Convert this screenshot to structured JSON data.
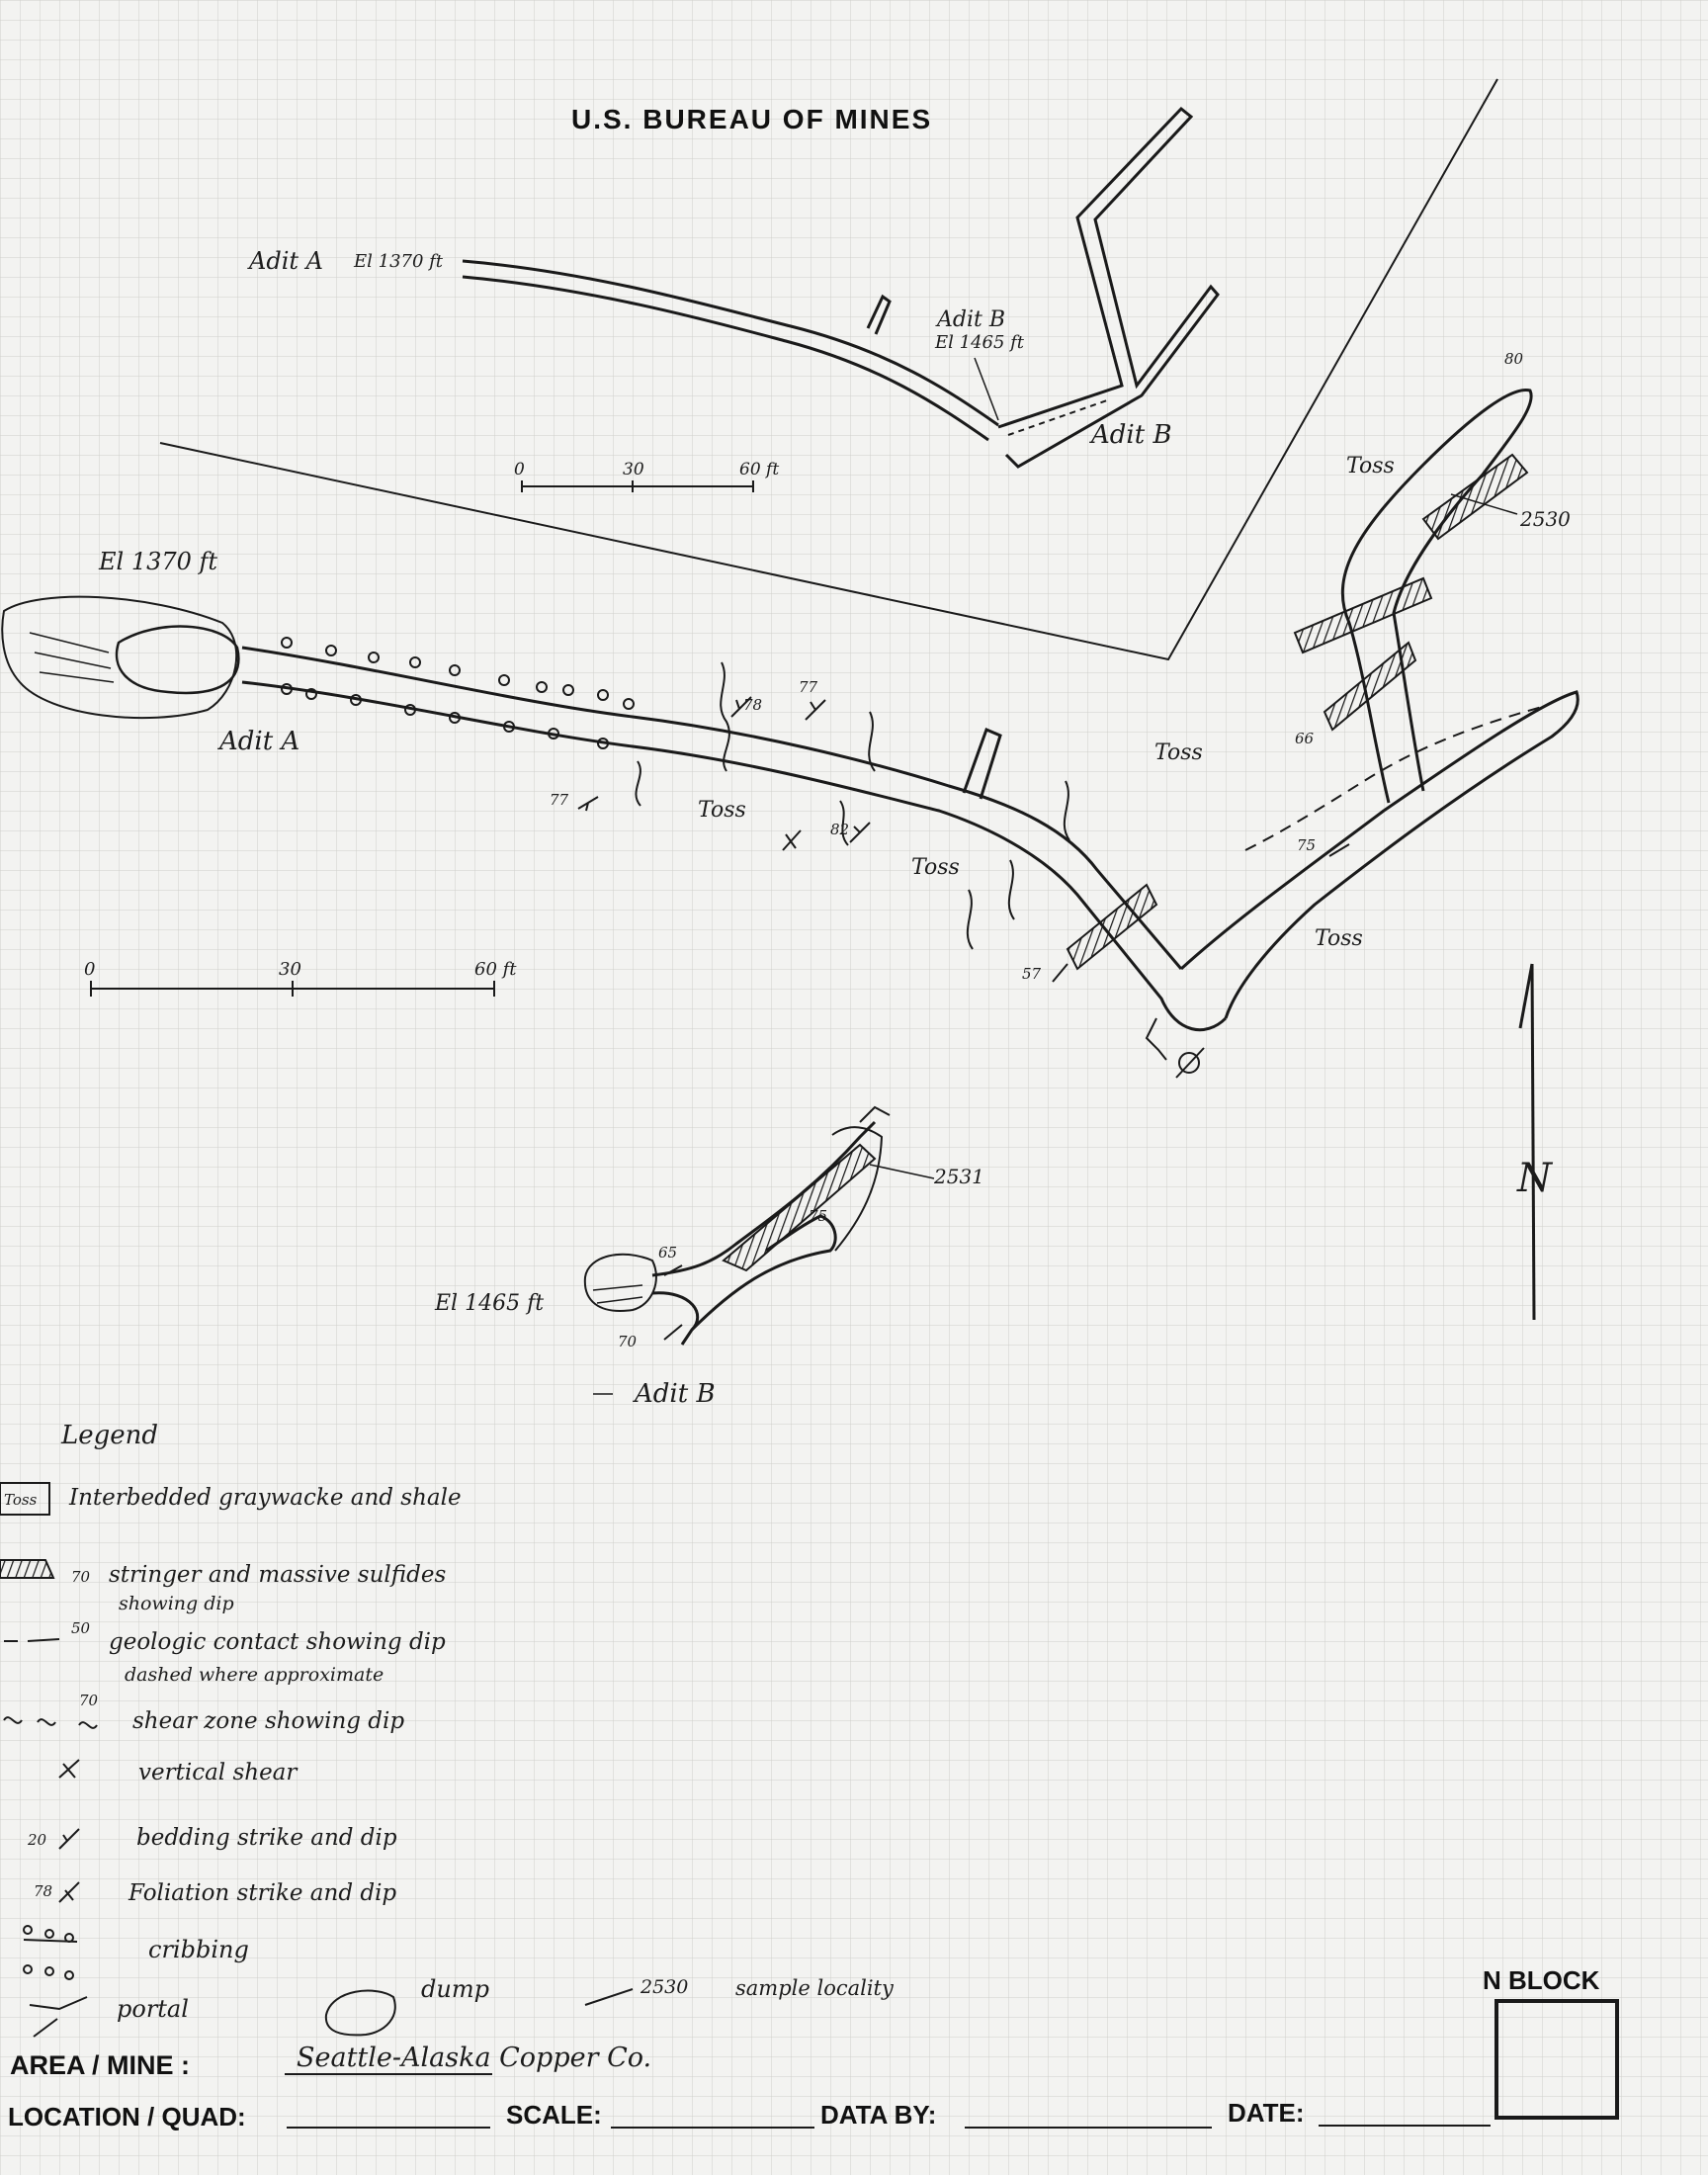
{
  "header": {
    "title": "U.S. BUREAU OF MINES"
  },
  "upper_map": {
    "adit_a_label": "Adit A",
    "adit_a_elev": "El 1370 ft",
    "adit_b_label": "Adit B",
    "adit_b_elev": "El 1465 ft",
    "adit_b_label_2": "Adit B",
    "scale_ticks": [
      "0",
      "30",
      "60 ft"
    ]
  },
  "adit_a_map": {
    "elev": "El 1370 ft",
    "label": "Adit A",
    "unit_labels": [
      "Toss",
      "Toss",
      "Toss",
      "Toss",
      "Toss"
    ],
    "dips": [
      "78",
      "77",
      "77",
      "82",
      "75",
      "57",
      "80",
      "66"
    ],
    "sample": "2530",
    "scale_ticks": [
      "0",
      "30",
      "60 ft"
    ]
  },
  "adit_b_map": {
    "elev": "El 1465 ft",
    "label": "Adit B",
    "dips": [
      "65",
      "75",
      "70"
    ],
    "sample": "2531"
  },
  "north_arrow": {
    "label": "N"
  },
  "legend": {
    "title": "Legend",
    "items": [
      {
        "symbol": "Toss",
        "text": "Interbedded graywacke and shale",
        "sub": ""
      },
      {
        "symbol": "70",
        "text": "stringer and massive sulfides",
        "sub": "showing dip"
      },
      {
        "symbol": "50",
        "text": "geologic contact showing dip",
        "sub": "dashed where approximate"
      },
      {
        "symbol": "70",
        "text": "shear zone showing dip",
        "sub": ""
      },
      {
        "symbol": "",
        "text": "vertical shear",
        "sub": ""
      },
      {
        "symbol": "20",
        "text": "bedding strike and dip",
        "sub": ""
      },
      {
        "symbol": "78",
        "text": "Foliation strike and dip",
        "sub": ""
      },
      {
        "symbol": "",
        "text": "cribbing",
        "sub": ""
      },
      {
        "symbol": "",
        "text": "portal",
        "sub": ""
      },
      {
        "symbol": "",
        "text": "dump",
        "sub": ""
      },
      {
        "symbol": "2530",
        "text": "sample locality",
        "sub": ""
      }
    ]
  },
  "title_block": {
    "area_label": "AREA / MINE :",
    "area_value": "Seattle-Alaska Copper Co.",
    "location_label": "LOCATION / QUAD:",
    "scale_label": "SCALE:",
    "data_by_label": "DATA BY:",
    "date_label": "DATE:",
    "n_block_label": "N BLOCK"
  }
}
